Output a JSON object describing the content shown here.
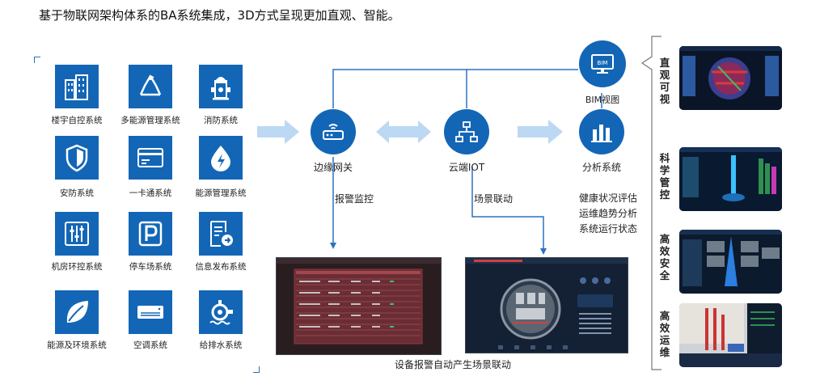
{
  "heading": "基于物联网架构体系的BA系统集成，3D方式呈现更加直观、智能。",
  "subsystems": [
    {
      "label": "楼宇自控系统",
      "icon": "building-icon"
    },
    {
      "label": "多能源管理系统",
      "icon": "recycle-icon"
    },
    {
      "label": "消防系统",
      "icon": "fire-hydrant-icon"
    },
    {
      "label": "安防系统",
      "icon": "shield-icon"
    },
    {
      "label": "一卡通系统",
      "icon": "card-icon"
    },
    {
      "label": "能源管理系统",
      "icon": "water-drop-icon"
    },
    {
      "label": "机房环控系统",
      "icon": "sliders-icon"
    },
    {
      "label": "停车场系统",
      "icon": "parking-icon"
    },
    {
      "label": "信息发布系统",
      "icon": "document-arrow-icon"
    },
    {
      "label": "能源及环境系统",
      "icon": "leaf-icon"
    },
    {
      "label": "空调系统",
      "icon": "air-conditioner-icon"
    },
    {
      "label": "给排水系统",
      "icon": "pump-icon"
    }
  ],
  "nodes": {
    "gateway": "边缘网关",
    "cloud": "云端IOT",
    "analysis": "分析系统",
    "bim": "BIM视图",
    "bim_icon_text": "BIM"
  },
  "flows": {
    "alarm": "报警监控",
    "linkage": "场景联动"
  },
  "analysis_items": [
    "健康状况评估",
    "运维趋势分析",
    "系统运行状态"
  ],
  "bottom_caption": "设备报警自动产生场景联动",
  "sidebar": [
    {
      "label": "直观可视"
    },
    {
      "label": "科学管控"
    },
    {
      "label": "高效安全"
    },
    {
      "label": "高效运维"
    }
  ],
  "colors": {
    "accent": "#1366b6",
    "arrow": "#bcd8f3"
  }
}
